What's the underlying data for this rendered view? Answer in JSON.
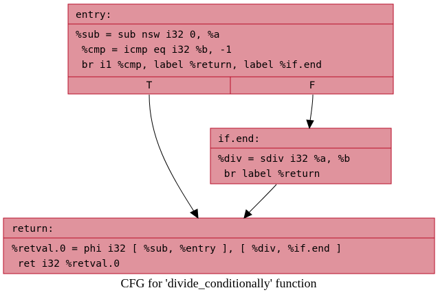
{
  "caption": "CFG for 'divide_conditionally' function",
  "colors": {
    "node_fill": "#e0939d",
    "node_border": "#b70d28",
    "edge": "#000000"
  },
  "nodes": {
    "entry": {
      "label": "entry:",
      "lines": [
        "%sub = sub nsw i32 0, %a",
        " %cmp = icmp eq i32 %b, -1",
        " br i1 %cmp, label %return, label %if.end"
      ],
      "ports": {
        "true": "T",
        "false": "F"
      }
    },
    "if_end": {
      "label": "if.end:",
      "lines": [
        "%div = sdiv i32 %a, %b",
        " br label %return"
      ]
    },
    "return": {
      "label": "return:",
      "lines": [
        "%retval.0 = phi i32 [ %sub, %entry ], [ %div, %if.end ]",
        " ret i32 %retval.0"
      ]
    }
  }
}
